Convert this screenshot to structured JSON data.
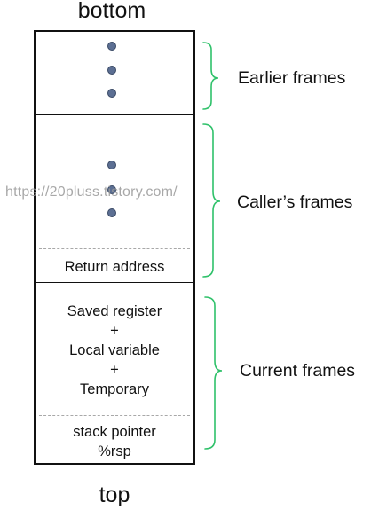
{
  "labels": {
    "bottom": "bottom",
    "top": "top"
  },
  "cells": {
    "return_address": "Return address",
    "current_lines": [
      "Saved register",
      "+",
      "Local variable",
      "+",
      "Temporary"
    ],
    "stack_pointer_lines": [
      "stack pointer",
      "%rsp"
    ]
  },
  "frames": {
    "earlier": "Earlier frames",
    "caller": "Caller’s frames",
    "current": "Current frames"
  },
  "watermark": "https://20pluss.tistory.com/",
  "colors": {
    "bracket": "#2fc16a",
    "dot_fill": "#5c6f93",
    "dashed": "#a8a8a8",
    "border": "#111111"
  }
}
